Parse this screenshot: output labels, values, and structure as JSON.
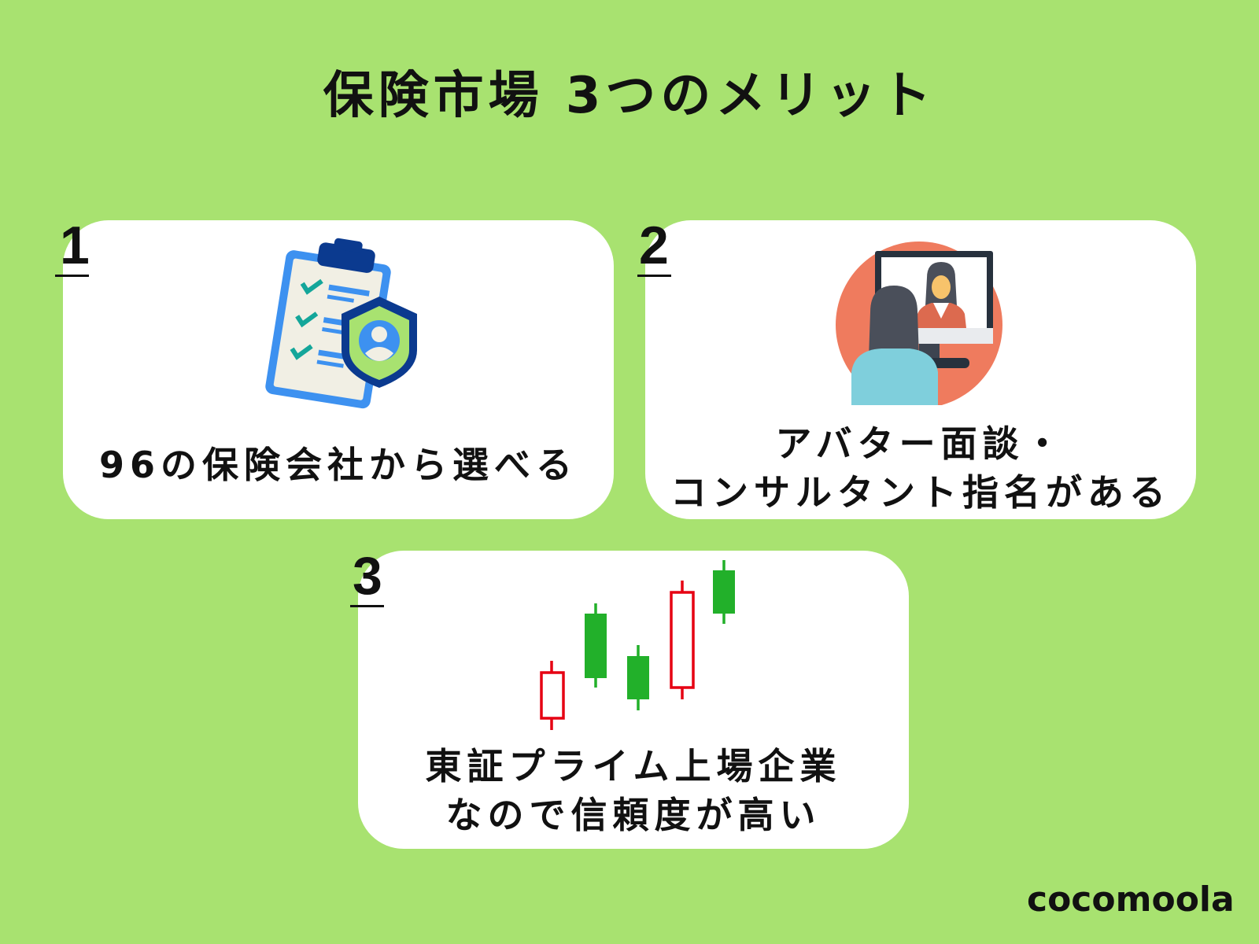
{
  "title": "保険市場 3つのメリット",
  "cards": [
    {
      "number": "1",
      "lines": [
        "96の保険会社から選べる"
      ],
      "icon": "clipboard-shield-icon"
    },
    {
      "number": "2",
      "lines": [
        "アバター面談・",
        "コンサルタント指名がある"
      ],
      "icon": "video-consultation-icon"
    },
    {
      "number": "3",
      "lines": [
        "東証プライム上場企業",
        "なので信頼度が高い"
      ],
      "icon": "candlestick-chart-icon"
    }
  ],
  "logo": "cocomoola",
  "colors": {
    "background": "#a8e270",
    "card": "#ffffff",
    "text": "#111111",
    "candle_up_hollow": "#e60012",
    "candle_green": "#22b02a",
    "circle": "#ef7b5e"
  }
}
